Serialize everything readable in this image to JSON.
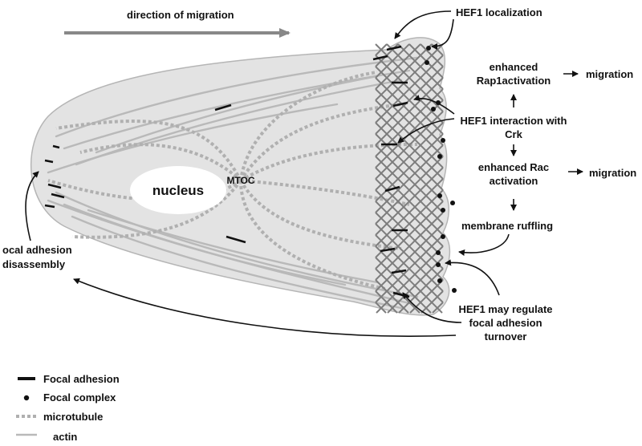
{
  "diagram": {
    "direction_label": "direction of migration",
    "nucleus_label": "nucleus",
    "mtoc_label": "MTOC",
    "annotations": {
      "hef1_localization": "HEF1 localization",
      "enhanced_rap1_line1": "enhanced",
      "enhanced_rap1_line2": "Rap1activation",
      "migration_1": "migration",
      "hef1_crk_line1": "HEF1 interaction with",
      "hef1_crk_line2": "Crk",
      "enhanced_rac_line1": "enhanced Rac",
      "enhanced_rac_line2": "activation",
      "migration_2": "migration",
      "membrane_ruffling": "membrane ruffling",
      "fa_disassembly_line1": "ocal adhesion",
      "fa_disassembly_line2": "disassembly",
      "hef1_regulate_line1": "HEF1 may regulate",
      "hef1_regulate_line2": "focal adhesion",
      "hef1_regulate_line3": "turnover"
    },
    "colors": {
      "cell_fill": "#e3e3e3",
      "cell_outline": "#b5b5b5",
      "direction_arrow": "#888888",
      "text": "#111111"
    }
  },
  "legend": {
    "items": [
      {
        "label": "Focal adhesion",
        "symbol": "black-bar"
      },
      {
        "label": "Focal complex",
        "symbol": "black-dot"
      },
      {
        "label": "microtubule",
        "symbol": "dotted-gray-line"
      },
      {
        "label": "actin",
        "symbol": "solid-gray-line"
      }
    ]
  }
}
